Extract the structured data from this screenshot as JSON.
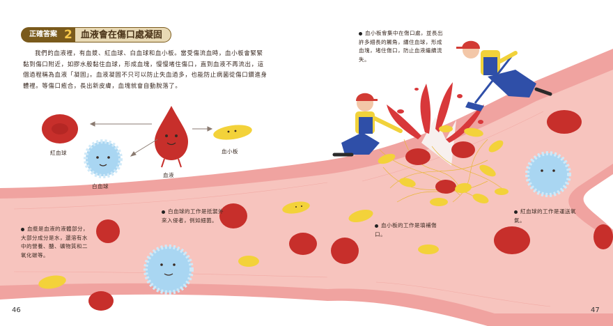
{
  "header": {
    "badge": "正確答案",
    "number": "2",
    "title": "血液會在傷口處凝固"
  },
  "intro_text": "我們的血液裡，有血漿、紅血球、白血球和血小板。當受傷流血時，血小板會緊緊黏到傷口附近，如膠水般黏住血球，形成血塊，慢慢堵住傷口，直到血液不再流出，這個過程稱為血液「凝固」。血液凝固不只可以防止失血過多，也能防止病菌從傷口鑽進身體裡。等傷口癒合，長出新皮膚，血塊就會自動脫落了。",
  "labels": {
    "red_blood_cell": "紅血球",
    "white_blood_cell": "白血球",
    "blood": "血液",
    "platelet": "血小板"
  },
  "notes": {
    "platelet_repair": "血小板會集中在傷口處，並長出許多細長的觸角，纏住血球，形成血塊，堵住傷口，防止血液繼續流失。",
    "white_cell_role": "白血球的工作是抵禦外來入侵者，例如細菌。",
    "plasma": "血漿是血液的液體部分，大部分成分是水，還溶有水中的營養、醣、礦物質和二氧化碳等。",
    "platelet_role": "血小板的工作是填補傷口。",
    "red_cell_role": "紅血球的工作是運送氧氣。"
  },
  "page_numbers": {
    "left": "46",
    "right": "47"
  },
  "colors": {
    "brand_brown": "#7a5a1c",
    "vessel_wall": "#f0a3a0",
    "vessel_inside": "#f6c2bd",
    "red_cell": "#c72f2b",
    "platelet": "#f3d23a",
    "white_cell": "#a9d6f2",
    "worker_overalls": "#2f4fa8",
    "worker_shirt": "#f1d23b",
    "worker_cap": "#d23b34"
  }
}
